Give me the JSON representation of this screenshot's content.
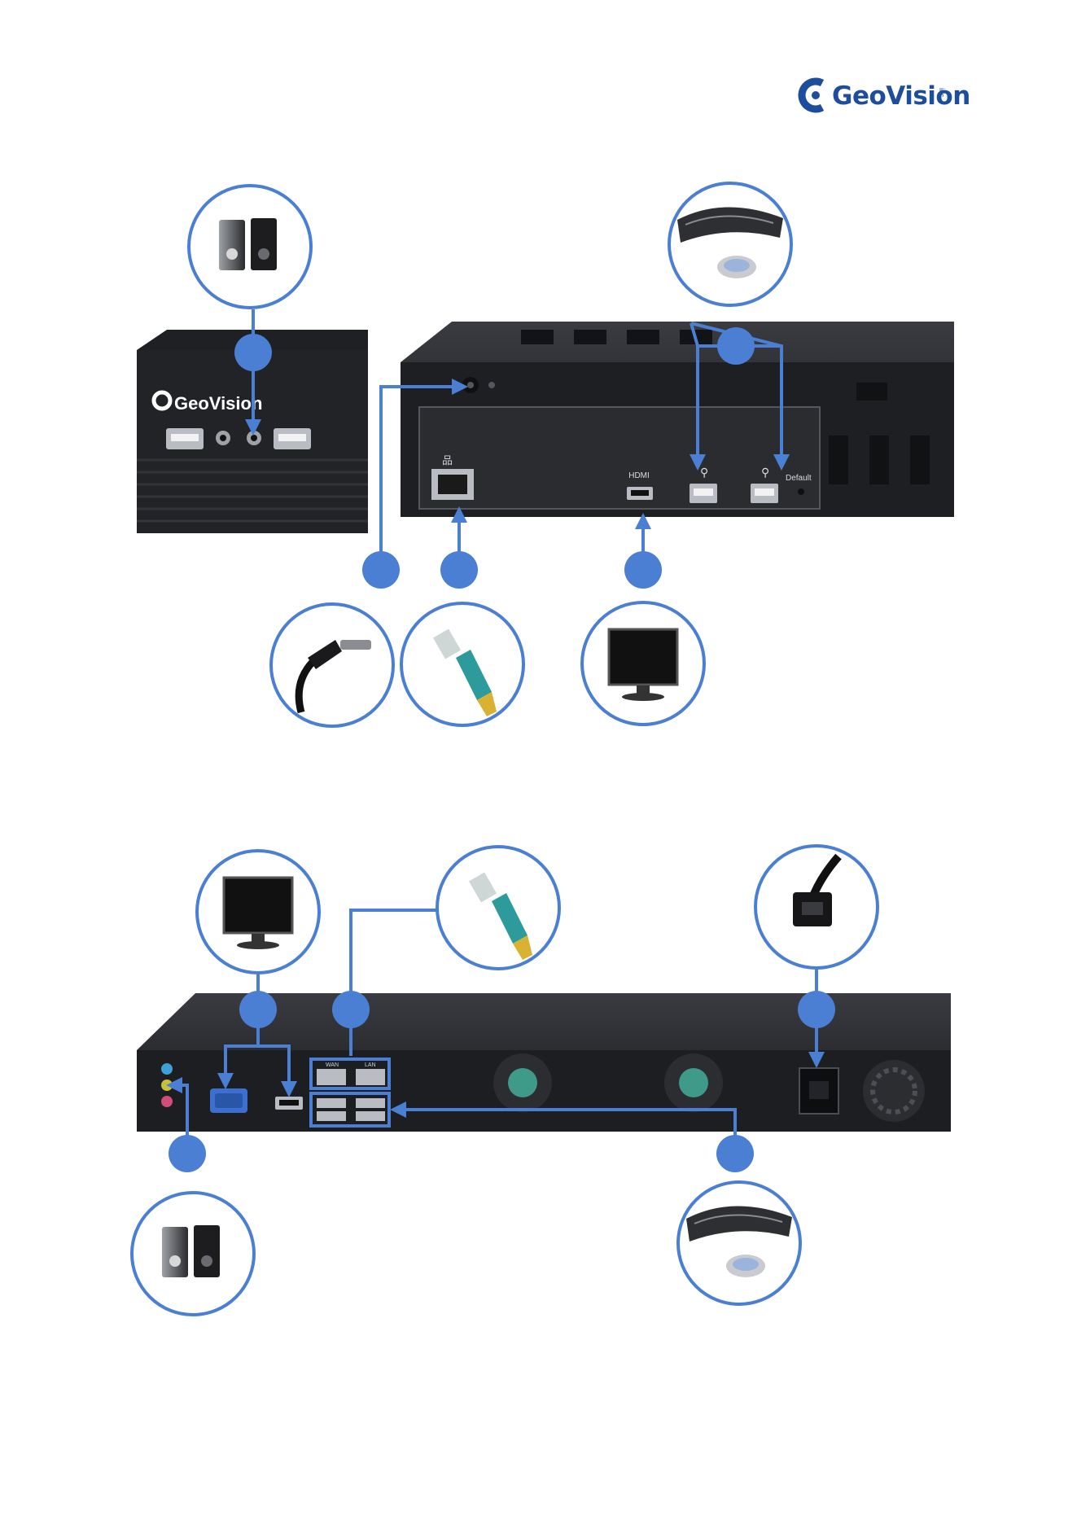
{
  "brand": {
    "logo_text": "GeoVision",
    "logo_suffix": "inc",
    "device_brand": "GeoVision"
  },
  "colors": {
    "accent": "#4a7fd4",
    "brand": "#1d4e9e",
    "chassis": "#1e1f22",
    "panel": "#2b2c30",
    "port": "#b9bcc2",
    "cable_teal": "#2d9a9c",
    "cable_yellow": "#d9b233"
  },
  "unit_a": {
    "port_labels": {
      "hdmi": "HDMI",
      "default": "Default"
    }
  },
  "unit_b": {
    "port_labels": {
      "wan": "WAN",
      "lan": "LAN"
    }
  },
  "accessories": [
    "speakers-icon",
    "keyboard-mouse-icon",
    "power-adapter-icon",
    "ethernet-cable-icon",
    "monitor-icon",
    "power-cord-icon"
  ]
}
